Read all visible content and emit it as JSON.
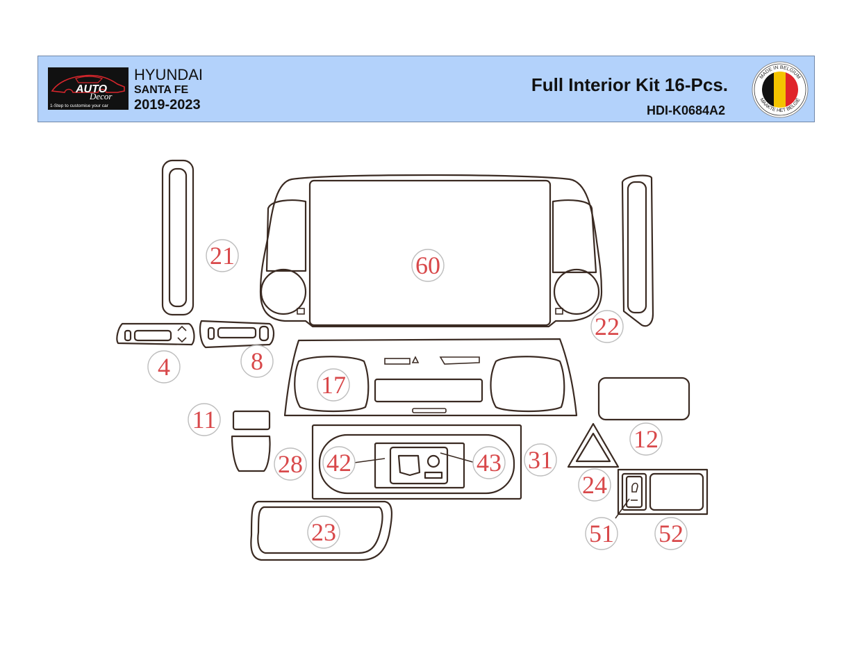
{
  "header": {
    "logo": {
      "brand_line1": "AUTO",
      "brand_line2": "Decor",
      "tagline": "1-Step to customise your car"
    },
    "make": "HYUNDAI",
    "model": "SANTA FE",
    "years": "2019-2023",
    "kit_title": "Full Interior Kit 16-Pcs.",
    "kit_code": "HDI-K0684A2",
    "badge": {
      "top_text": "MADE IN BELGIUM",
      "bottom_text": "MAAKTE HET BELGIË",
      "colors": [
        "#111111",
        "#f4c400",
        "#e0242a"
      ]
    }
  },
  "parts": [
    {
      "id": "21",
      "label": "21"
    },
    {
      "id": "60",
      "label": "60"
    },
    {
      "id": "22",
      "label": "22"
    },
    {
      "id": "4",
      "label": "4"
    },
    {
      "id": "8",
      "label": "8"
    },
    {
      "id": "17",
      "label": "17"
    },
    {
      "id": "12",
      "label": "12"
    },
    {
      "id": "11",
      "label": "11"
    },
    {
      "id": "28",
      "label": "28"
    },
    {
      "id": "42",
      "label": "42"
    },
    {
      "id": "43",
      "label": "43"
    },
    {
      "id": "31",
      "label": "31"
    },
    {
      "id": "24",
      "label": "24"
    },
    {
      "id": "23",
      "label": "23"
    },
    {
      "id": "51",
      "label": "51"
    },
    {
      "id": "52",
      "label": "52"
    }
  ],
  "colors": {
    "header_bg": "#b3d2fb",
    "outline": "#3a2a22",
    "label": "#d8484a"
  }
}
